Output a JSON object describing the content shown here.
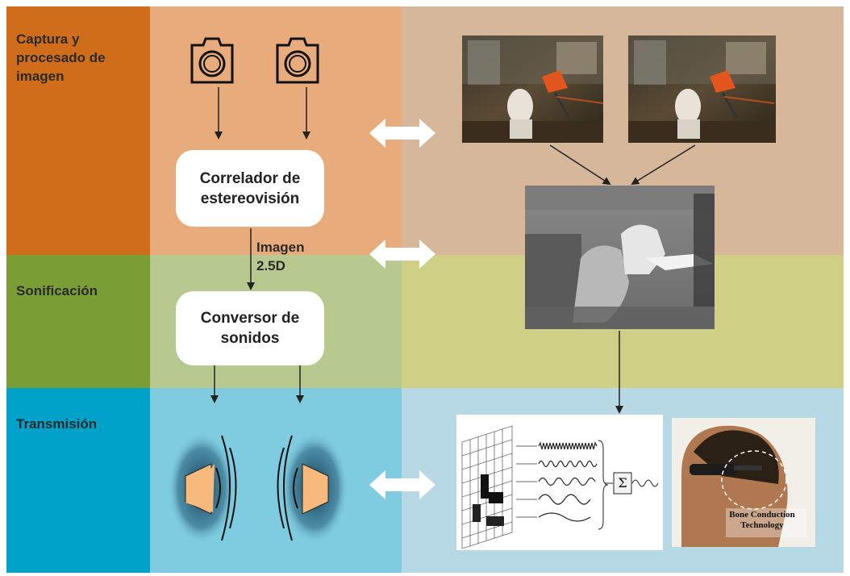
{
  "rows": {
    "capture": {
      "label": "Captura y\nprocesado de\nimagen",
      "color": "#d06d1b",
      "mid_color": "#e8ac7c",
      "right_color": "#d7b79a"
    },
    "sonification": {
      "label": "Sonificación",
      "color": "#7a9d36",
      "mid_color": "#b7c98f",
      "right_color": "#cfcf86"
    },
    "transmission": {
      "label": "Transmisión",
      "color": "#00a2c9",
      "mid_color": "#7fcce0",
      "right_color": "#b7d9e6"
    }
  },
  "boxes": {
    "correlator": "Correlador de\nestereovisión",
    "converter": "Conversor de\nsonidos"
  },
  "labels": {
    "image_25d": "Imagen\n2.5D",
    "bone_conduction": "Bone Conduction\nTechnology",
    "sigma": "Σ"
  },
  "icons": {
    "camera": "camera-icon",
    "speaker": "speaker-icon",
    "double_arrow": "double-arrow-icon"
  }
}
